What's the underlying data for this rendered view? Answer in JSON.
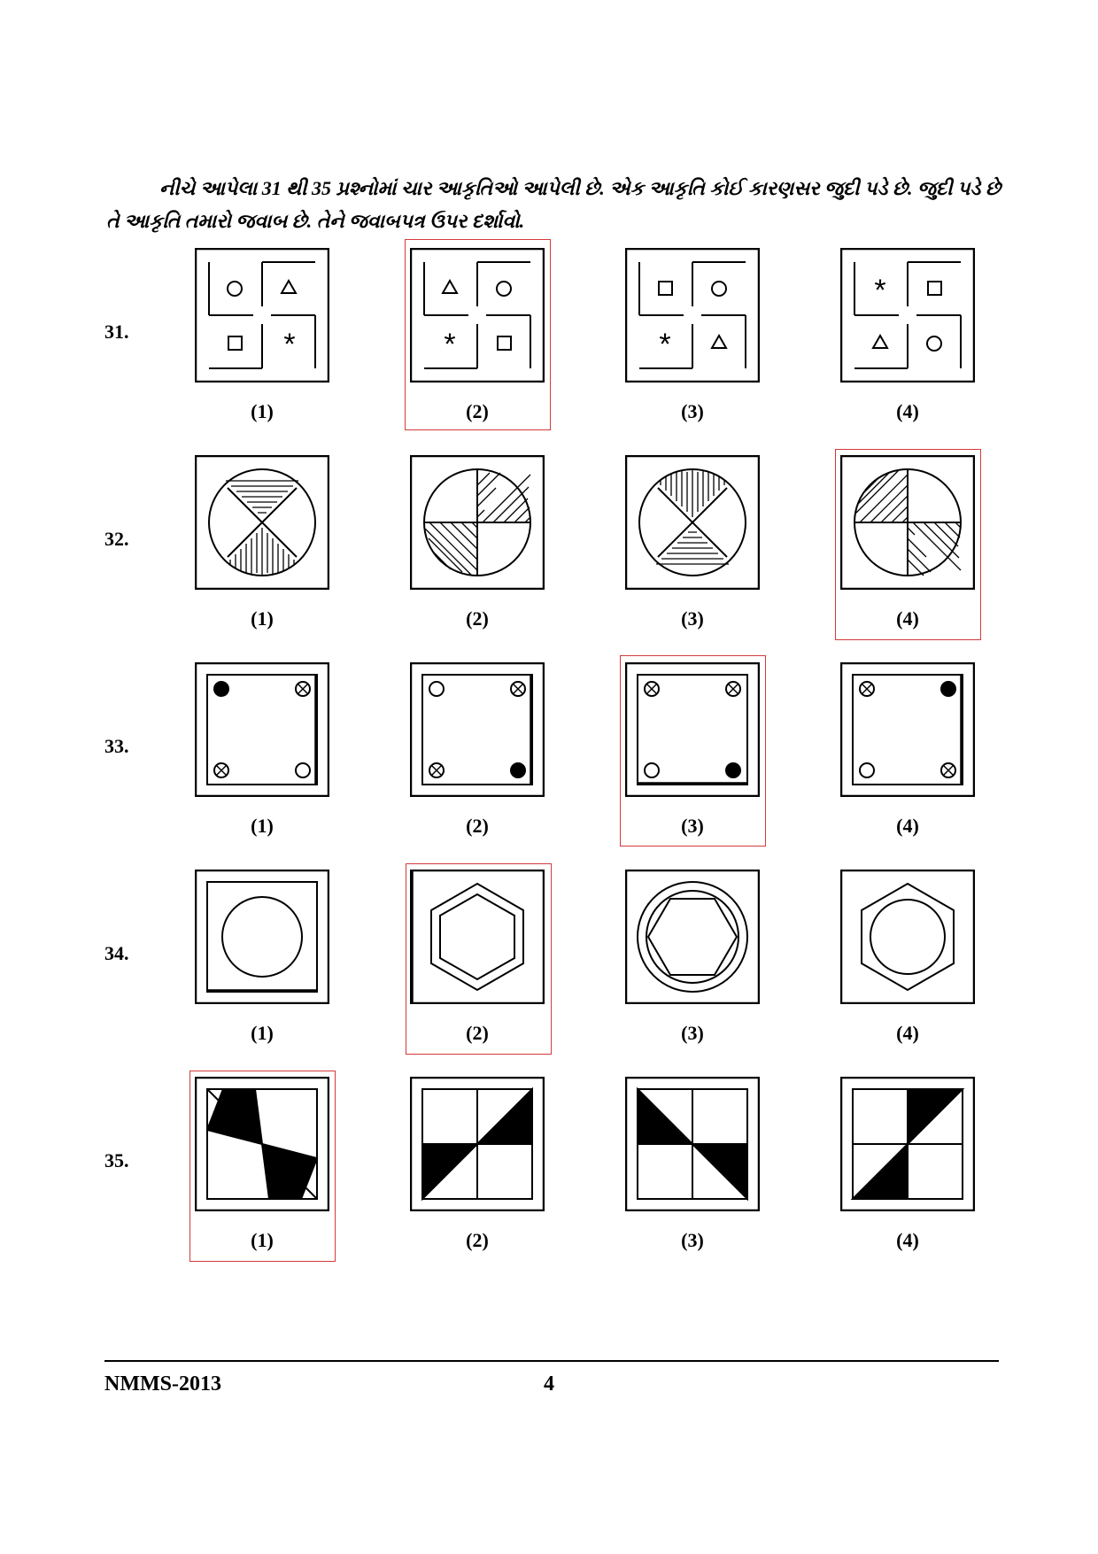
{
  "instructions": "નીચે આપેલા 31 થી 35 પ્રશ્નોમાં ચાર આકૃતિઓ આપેલી છે. એક આકૃતિ કોઈ કારણસર જુદી પડે છે. જુદી પડે છે તે આકૃતિ તમારો જવાબ છે. તેને જવાબપત્ર ઉપર દર્શાવો.",
  "questions": [
    {
      "number": "31.",
      "options": [
        "(1)",
        "(2)",
        "(3)",
        "(4)"
      ],
      "marked": 2
    },
    {
      "number": "32.",
      "options": [
        "(1)",
        "(2)",
        "(3)",
        "(4)"
      ],
      "marked": 4
    },
    {
      "number": "33.",
      "options": [
        "(1)",
        "(2)",
        "(3)",
        "(4)"
      ],
      "marked": 3
    },
    {
      "number": "34.",
      "options": [
        "(1)",
        "(2)",
        "(3)",
        "(4)"
      ],
      "marked": 2
    },
    {
      "number": "35.",
      "options": [
        "(1)",
        "(2)",
        "(3)",
        "(4)"
      ],
      "marked": 1
    }
  ],
  "footer": {
    "code": "NMMS-2013",
    "page": "4"
  },
  "colors": {
    "mark": "#d43a3a",
    "ink": "#000000"
  }
}
